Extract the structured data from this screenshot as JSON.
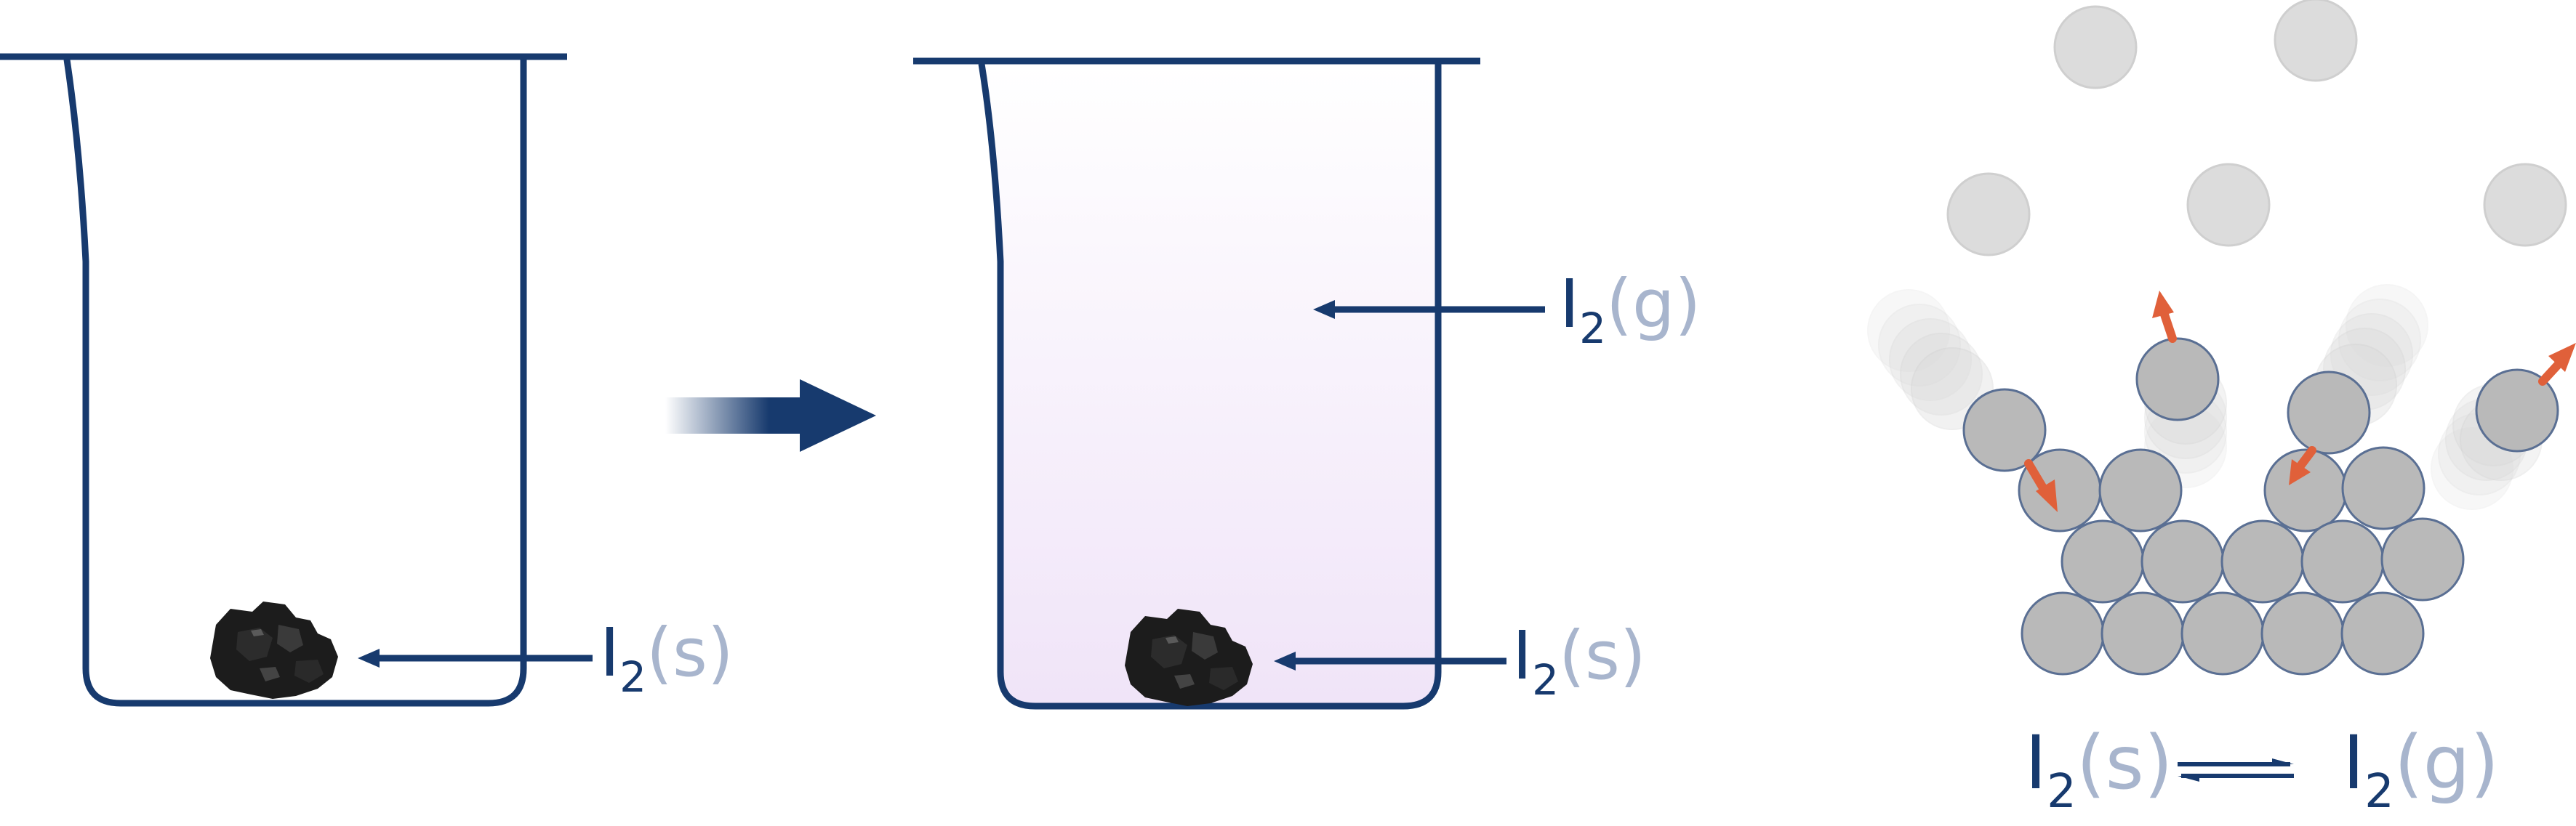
{
  "colors": {
    "navy": "#173a6e",
    "phase_gray": "#a8b5cd",
    "particle_fill": "#b9b9b9",
    "particle_stroke": "#5a6f93",
    "vapor_particle": "#dcdcdc",
    "motion_arrow": "#e0603a",
    "vapor_tint_top": "#ffffff",
    "vapor_tint_bottom": "#f0e4f8",
    "crystal": "#1c1c1c"
  },
  "beaker_before": {
    "solid_label": {
      "symbol": "I",
      "subscript": "2",
      "phase": "(s)"
    }
  },
  "beaker_after": {
    "gas_label": {
      "symbol": "I",
      "subscript": "2",
      "phase": "(g)"
    },
    "solid_label": {
      "symbol": "I",
      "subscript": "2",
      "phase": "(s)"
    }
  },
  "equilibrium": {
    "left": {
      "symbol": "I",
      "subscript": "2",
      "phase": "(s)"
    },
    "right": {
      "symbol": "I",
      "subscript": "2",
      "phase": "(g)"
    },
    "arrow_icon": "equilibrium-arrows-icon"
  },
  "icons": {
    "process": "process-arrow-icon",
    "pointer": "pointer-arrow-icon",
    "particle_motion": "motion-arrow-icon"
  }
}
